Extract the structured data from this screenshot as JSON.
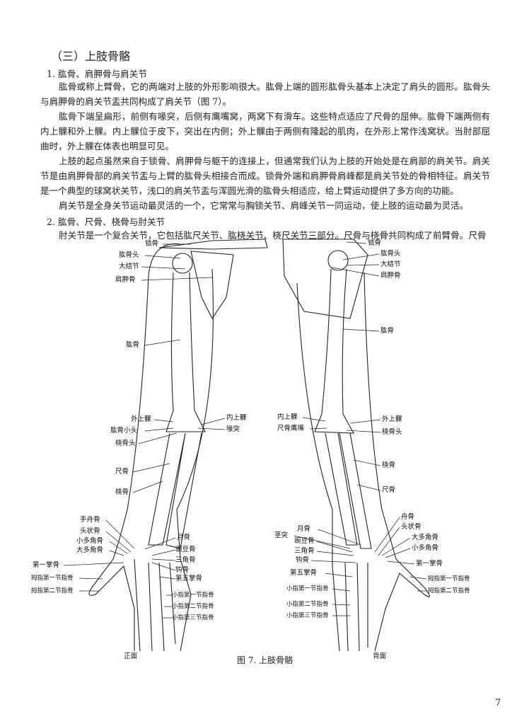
{
  "section_title": "（三）上肢骨骼",
  "sub1": "1. 肱骨、肩胛骨与肩关节",
  "para1": "肱骨或称上臂骨，它的两端对上肢的外形影响很大。肱骨上端的圆形肱骨头基本上决定了肩头的圆形。肱骨头与肩胛骨的肩关节盂共同构成了肩关节（图 7）。",
  "para2": "肱骨下端呈扁形，前侧有喙突，后侧有鹰嘴窝，两窝下有滑车。这些特点适应了尺骨的屈伸。肱骨下端两侧有内上髁和外上髁。内上髁位于皮下，突出在内侧；外上髁由于两侧有隆起的肌肉，在外形上常作浅窝状。当肘部屈曲时，外上髁在体表也明显可见。",
  "para3": "上肢的起点虽然来自于锁骨、肩胛骨与躯干的连接上，但通常我们认为上肢的开始处是在肩部的肩关节。肩关节是由肩胛骨部的肩关节盂与上臂的肱骨头相接合而成。锁骨外端和肩胛骨肩峰都是肩关节处的骨相特征。肩关节是一个典型的球窝状关节，浅口的肩关节盂与浑圆光滑的肱骨头相适应，给上臂运动提供了多方向的功能。",
  "para4": "肩关节是全身关节运动最灵活的一个，它常常与胸锁关节、肩峰关节一同运动，使上肢的运动最为灵活。",
  "sub2": "2. 肱骨、尺骨、桡骨与肘关节",
  "para5": "肘关节是一个复合关节，它包括肱尺关节、肱桡关节、桡尺关节三部分。尺骨与桡骨共同构成了前臂骨。尺骨",
  "figure": {
    "front": {
      "view_label": "正面",
      "labels": [
        "锁骨",
        "肱骨头",
        "大结节",
        "肩胛骨",
        "肱骨",
        "外上髁",
        "肱骨小头",
        "桡骨头",
        "内上髁",
        "喙突",
        "尺骨",
        "桡骨",
        "手舟骨",
        "头状骨",
        "小多角骨",
        "大多角骨",
        "第一掌骨",
        "拇指第一节指骨",
        "拇指第二节指骨",
        "月骨",
        "豌豆骨",
        "三角骨",
        "钩骨",
        "第五掌骨",
        "小指第一节指骨",
        "小指第二节指骨",
        "小指第三节指骨"
      ]
    },
    "back": {
      "view_label": "背面",
      "labels": [
        "锁骨",
        "肱骨头",
        "大结节",
        "肩胛骨",
        "肱骨",
        "内上髁",
        "尺骨鹰嘴",
        "外上髁",
        "桡骨头",
        "桡骨",
        "尺骨",
        "舟骨",
        "头状骨",
        "大多角骨",
        "小多角骨",
        "第一掌骨",
        "拇指第一节指骨",
        "拇指第二节指骨",
        "月骨",
        "茎突",
        "豌豆骨",
        "三角骨",
        "钩骨",
        "第五掌骨",
        "小指第一节指骨",
        "小指第二节指骨",
        "小指第三节指骨"
      ]
    },
    "caption": "图 7. 上肢骨骼"
  },
  "page_number": "7"
}
